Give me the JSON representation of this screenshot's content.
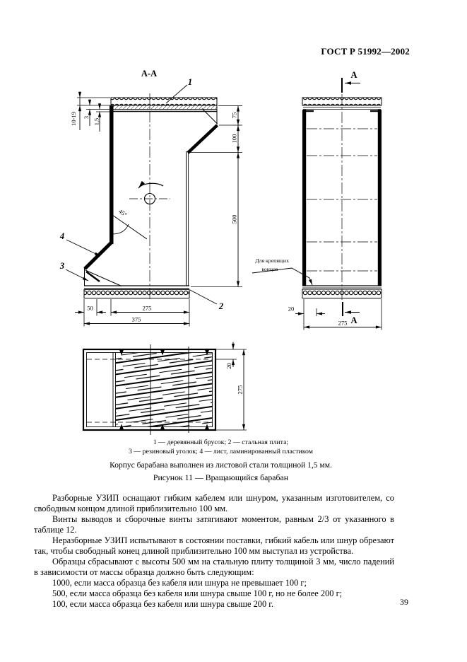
{
  "page": {
    "header": "ГОСТ Р 51992—2002",
    "number": "39"
  },
  "figure": {
    "labels": {
      "section": "А-А",
      "cut_top": "А",
      "cut_bottom": "А",
      "note_line1": "Для крепящих",
      "note_line2": "концов"
    },
    "callouts": {
      "c1": "1",
      "c2": "2",
      "c3": "3",
      "c4": "4"
    },
    "dims": {
      "thickness": "10-19",
      "three": "3",
      "one_five": "1,5",
      "seventy_five": "75",
      "hundred": "100",
      "five_hundred": "500",
      "angle": "45°",
      "fifty": "50",
      "left_275": "275",
      "d375": "375",
      "right_20": "20",
      "right_275": "275",
      "plan_20": "20",
      "plan_275": "275"
    },
    "caption": {
      "line1": "1 — деревянный брусок; 2 — стальная плита;",
      "line2": "3 — резиновый уголок; 4 — лист, ламинированный пластиком"
    },
    "note": "Корпус барабана выполнен из листовой стали толщиной 1,5 мм.",
    "title": "Рисунок 11 — Вращающийся барабан"
  },
  "body": {
    "paragraphs": [
      "Разборные УЗИП оснащают гибким кабелем или шнуром, указанным изготовителем, со свободным концом длиной приблизительно 100 мм.",
      "Винты выводов и сборочные винты затягивают моментом, равным 2/3 от указанного в таблице 12.",
      "Неразборные УЗИП испытывают в состоянии поставки, гибкий кабель или шнур обрезают так, чтобы свободный конец длиной приблизительно 100 мм выступал из устройства.",
      "Образцы сбрасывают с высоты 500 мм на стальную плиту толщиной 3 мм, число падений в зависимости от массы образца должно быть следующим:",
      "1000, если масса образца без кабеля или шнура не превышает 100 г;",
      "500, если масса образца без кабеля или шнура свыше 100 г, но не более 200 г;",
      "100, если масса образца без кабеля или шнура свыше 200 г."
    ]
  }
}
